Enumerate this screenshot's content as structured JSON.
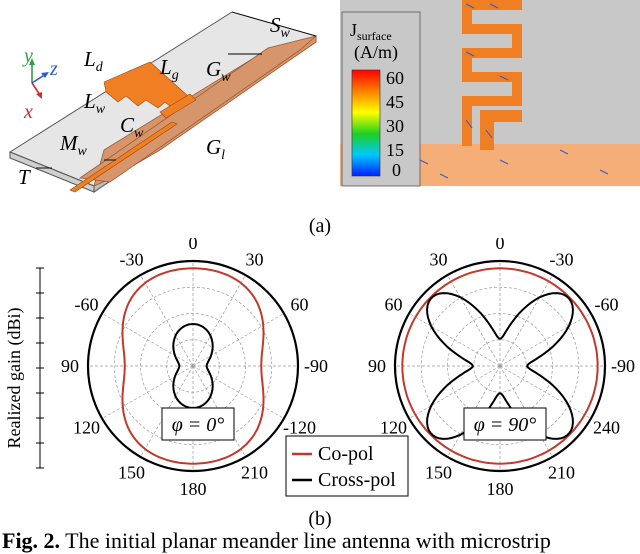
{
  "figure": {
    "panel_a_label": "(a)",
    "panel_b_label": "(b)",
    "caption_bold": "Fig. 2.",
    "caption_text": " The initial planar meander line antenna with microstrip"
  },
  "antenna_model": {
    "axis_labels": {
      "y": "y",
      "z": "z",
      "x": "x"
    },
    "dimensions": [
      {
        "main": "L",
        "sub": "d"
      },
      {
        "main": "L",
        "sub": "g"
      },
      {
        "main": "L",
        "sub": "w"
      },
      {
        "main": "C",
        "sub": "w"
      },
      {
        "main": "M",
        "sub": "w"
      },
      {
        "main": "G",
        "sub": "w"
      },
      {
        "main": "G",
        "sub": "l"
      },
      {
        "main": "S",
        "sub": "w"
      },
      {
        "main": "T",
        "sub": ""
      }
    ],
    "colors": {
      "substrate": "#e6e6e6",
      "ground": "#d7956b",
      "radiator": "#f07f24"
    }
  },
  "current_plot": {
    "colorbar_title_main": "J",
    "colorbar_title_sub": "surface",
    "colorbar_unit": "(A/m)",
    "colorbar_ticks": [
      "60",
      "45",
      "30",
      "15",
      "0"
    ],
    "colors": {
      "background": "#c8c8c8",
      "ground": "#f5ae78",
      "trace": "#f07f24"
    }
  },
  "pattern_plots": {
    "ylabel": "Realized gain (dBi)",
    "angle_labels_left": [
      {
        "angle": 0,
        "text": "0"
      },
      {
        "angle": 30,
        "text": "30"
      },
      {
        "angle": -30,
        "text": "-30"
      },
      {
        "angle": 60,
        "text": "60"
      },
      {
        "angle": -60,
        "text": "-60"
      },
      {
        "angle": 90,
        "text": "-90"
      },
      {
        "angle": -90,
        "text": "90"
      },
      {
        "angle": 120,
        "text": "-120"
      },
      {
        "angle": -120,
        "text": "120"
      },
      {
        "angle": 150,
        "text": "210"
      },
      {
        "angle": -150,
        "text": "150"
      },
      {
        "angle": 180,
        "text": "180"
      }
    ],
    "angle_labels_right": [
      {
        "angle": 0,
        "text": "0"
      },
      {
        "angle": 30,
        "text": "-30"
      },
      {
        "angle": -30,
        "text": "30"
      },
      {
        "angle": 60,
        "text": "-60"
      },
      {
        "angle": -60,
        "text": "60"
      },
      {
        "angle": 90,
        "text": "-90"
      },
      {
        "angle": -90,
        "text": "90"
      },
      {
        "angle": 120,
        "text": "240"
      },
      {
        "angle": -120,
        "text": "120"
      },
      {
        "angle": 150,
        "text": "210"
      },
      {
        "angle": -150,
        "text": "150"
      },
      {
        "angle": 180,
        "text": "180"
      }
    ],
    "left_cut_label": "φ = 0°",
    "right_cut_label": "φ = 90°",
    "legend": [
      {
        "label": "Co-pol",
        "color": "#c0392b"
      },
      {
        "label": "Cross-pol",
        "color": "#000000"
      }
    ]
  },
  "chart_data": {
    "type": "polar",
    "series": [
      {
        "name": "Co-pol",
        "color": "#c0392b"
      },
      {
        "name": "Cross-pol",
        "color": "#000000"
      }
    ]
  }
}
